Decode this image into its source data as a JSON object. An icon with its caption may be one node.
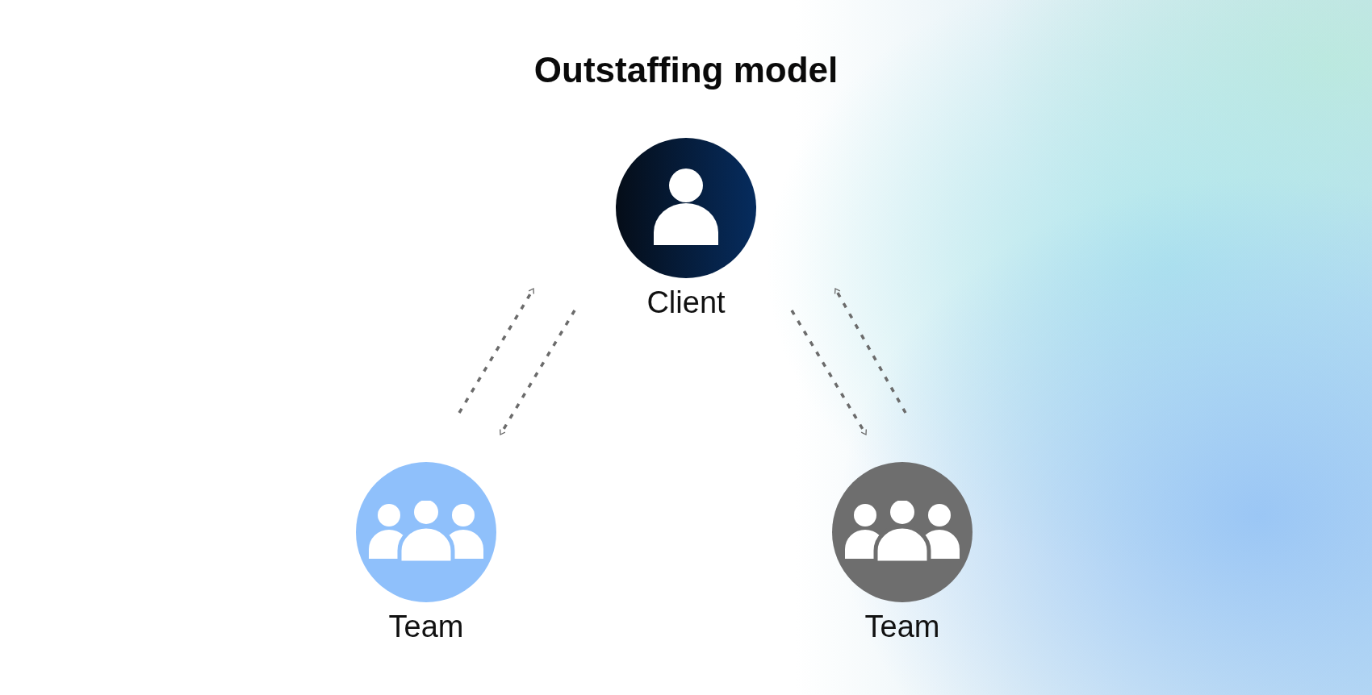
{
  "diagram": {
    "title": "Outstaffing model",
    "nodes": [
      {
        "text": [
          "Client"
        ]
      },
      {
        "text": [
          "Team"
        ]
      },
      {
        "text": [
          "Team"
        ]
      }
    ],
    "edges": [
      {
        "from": 1,
        "to": 0,
        "arrow": "to",
        "style": "dashed"
      },
      {
        "from": 0,
        "to": 1,
        "arrow": "to",
        "style": "dashed"
      },
      {
        "from": 0,
        "to": 2,
        "arrow": "to",
        "style": "dashed"
      },
      {
        "from": 2,
        "to": 0,
        "arrow": "to",
        "style": "dashed"
      }
    ]
  }
}
